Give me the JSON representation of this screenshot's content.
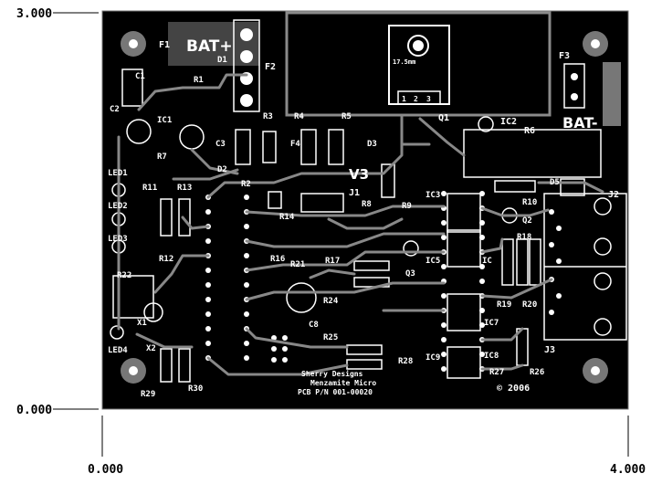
{
  "dimensions": {
    "y_top": "3.000",
    "y_bottom": "0.000",
    "x_left": "0.000",
    "x_right": "4.000"
  },
  "labels": {
    "f1": "F1",
    "bat_plus": "BAT+",
    "f2": "F2",
    "d1": "D1",
    "c1": "C1",
    "c2": "C2",
    "ic1": "IC1",
    "r1": "R1",
    "c3": "C3",
    "r3": "R3",
    "r4": "R4",
    "r5": "R5",
    "r6": "R6",
    "f3": "F3",
    "bat_minus": "BAT-",
    "q1": "Q1",
    "ic2": "IC2",
    "heatsink_dim": "17.5mm",
    "r7": "R7",
    "d2": "D2",
    "f4": "F4",
    "v3": "V3",
    "d3": "D3",
    "led1": "LED1",
    "led2": "LED2",
    "led3": "LED3",
    "led4": "LED4",
    "r11": "R11",
    "r13": "R13",
    "r12": "R12",
    "r2": "R2",
    "j1": "J1",
    "r8": "R8",
    "r9": "R9",
    "r10": "R10",
    "d5": "D5",
    "j2": "J2",
    "ic3": "IC3",
    "r14": "R14",
    "r16": "R16",
    "r21": "R21",
    "r17": "R17",
    "r18": "R18",
    "q2": "Q2",
    "r19": "R19",
    "r20": "R20",
    "q3": "Q3",
    "ic5": "IC5",
    "ic6": "IC",
    "r22": "R22",
    "r24": "R24",
    "c8": "C8",
    "ic7": "IC7",
    "ic8": "IC8",
    "ic9": "IC9",
    "x1": "X1",
    "x2": "X2",
    "r25": "R25",
    "r28": "R28",
    "r27": "R27",
    "r26": "R26",
    "r29": "R29",
    "r30": "R30",
    "j3": "J3",
    "credit1": "Sherry Designs",
    "credit2": "Menzamite Micro",
    "copyright": "© 2006",
    "pcb_id": "PCB P/N 001-00020"
  },
  "colors": {
    "board": "#000000",
    "outline": "#555555",
    "silk": "#ffffff",
    "copper_outline": "#888888",
    "dim_line": "#000000"
  }
}
